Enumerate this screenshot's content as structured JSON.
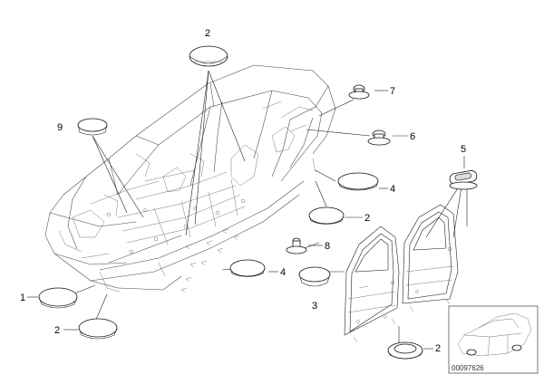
{
  "diagram": {
    "callouts": [
      {
        "id": "c2-top",
        "label": "2"
      },
      {
        "id": "c7",
        "label": "7"
      },
      {
        "id": "c9-left",
        "label": "9"
      },
      {
        "id": "c6",
        "label": "6"
      },
      {
        "id": "c4-right",
        "label": "4"
      },
      {
        "id": "c2-mid",
        "label": "2"
      },
      {
        "id": "c5",
        "label": "5"
      },
      {
        "id": "c8",
        "label": "8"
      },
      {
        "id": "c4-mid",
        "label": "4"
      },
      {
        "id": "c3",
        "label": "3"
      },
      {
        "id": "c1",
        "label": "1"
      },
      {
        "id": "c2-left",
        "label": "2"
      },
      {
        "id": "c2-bottom",
        "label": "2"
      }
    ],
    "part_number": "00097626"
  }
}
